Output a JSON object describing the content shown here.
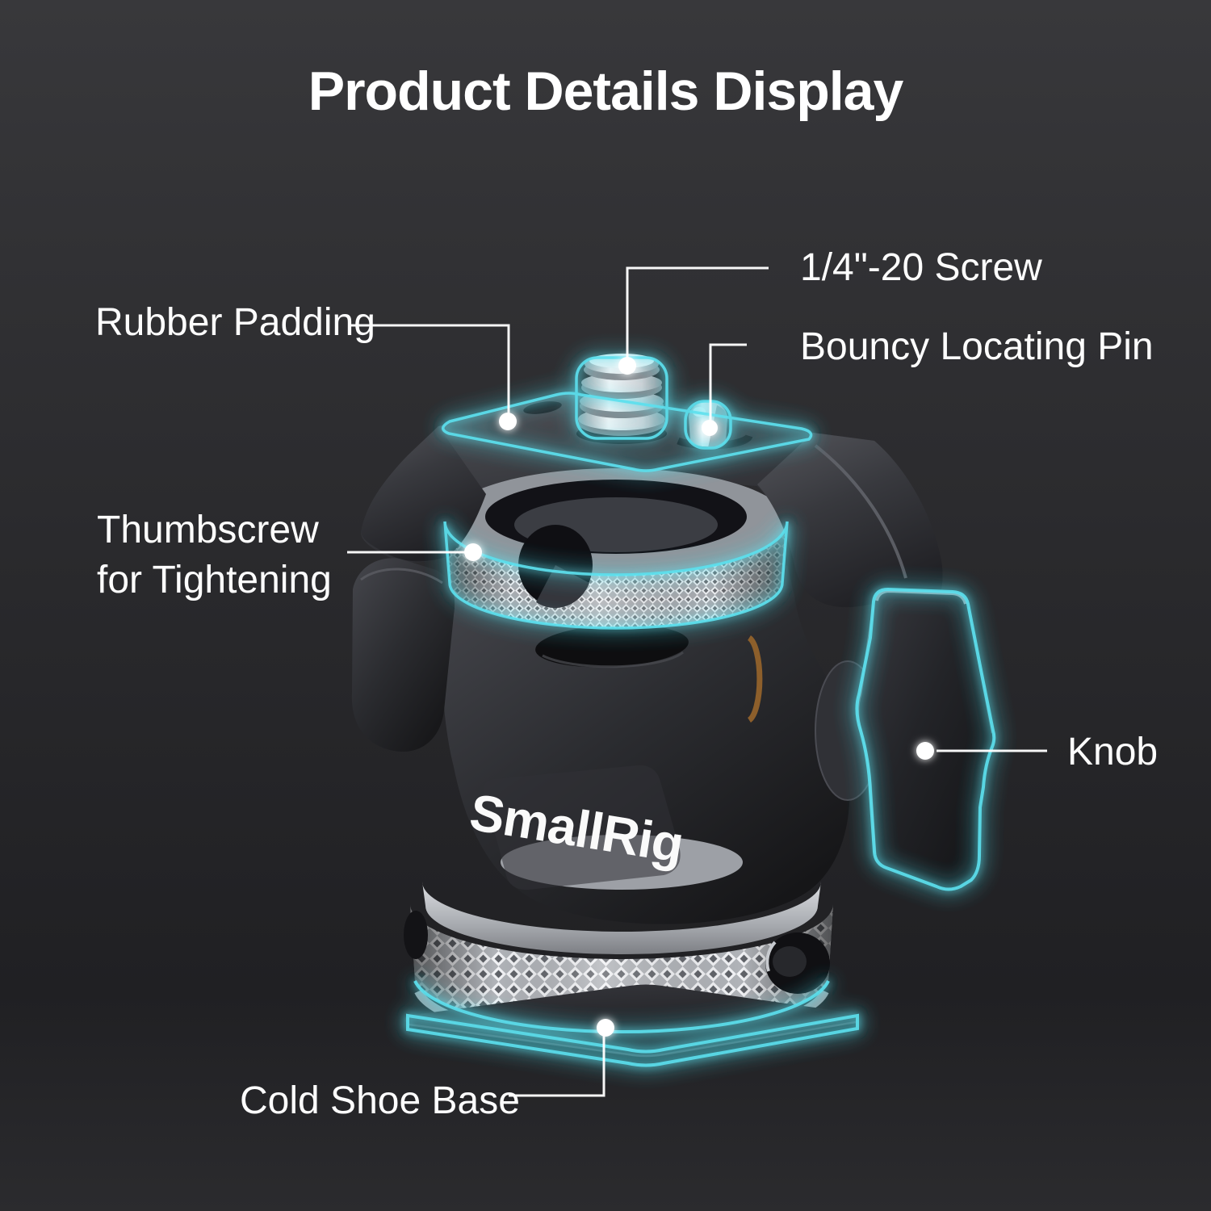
{
  "title": "Product Details Display",
  "product": {
    "brand_logo": "SmallRig",
    "parts": [
      "rubber-padding-plate",
      "quarter-inch-20-screw",
      "bouncy-locating-pin",
      "thumbscrew-ring",
      "mount-body",
      "tilt-knob",
      "knurled-locking-ring",
      "cold-shoe-base"
    ]
  },
  "callouts": {
    "rubber_padding": {
      "label": "Rubber Padding"
    },
    "screw": {
      "label": "1/4\"-20 Screw"
    },
    "locating_pin": {
      "label": "Bouncy Locating Pin"
    },
    "thumbscrew": {
      "lines": [
        "Thumbscrew",
        "for Tightening"
      ]
    },
    "knob": {
      "label": "Knob"
    },
    "cold_shoe_base": {
      "label": "Cold Shoe Base"
    }
  },
  "colors": {
    "background": "#303033",
    "text": "#ffffff",
    "leader_line": "#ffffff",
    "highlight_glow": "#55dbe9",
    "metal_silver": "#c6c9ce",
    "body_dark": "#26262b",
    "brass_accent": "#8d5f2b"
  }
}
